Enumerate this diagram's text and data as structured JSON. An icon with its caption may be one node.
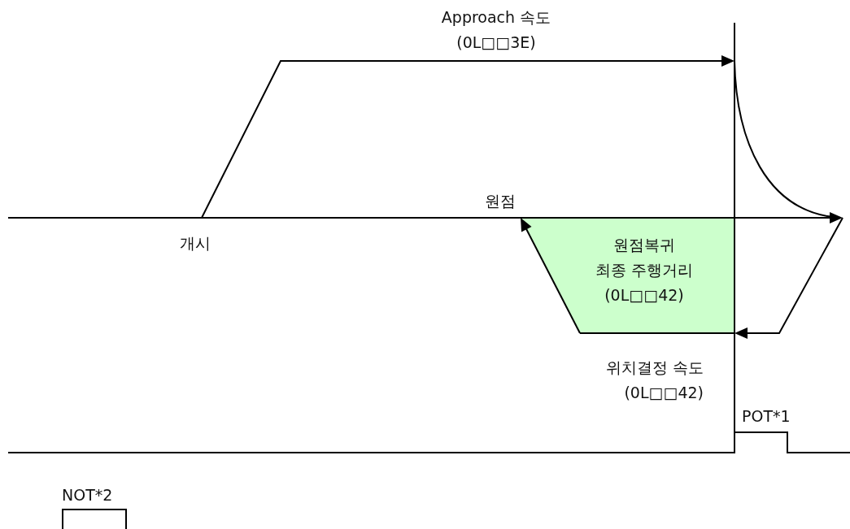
{
  "diagram": {
    "nodes": [
      {
        "text": [
          "원점복귀 최종 주행거리 (0L□□42)"
        ]
      }
    ],
    "labels": [
      "Approach 속도 (0L□□3E)",
      "원점",
      "개시",
      "위치결정 속도 (0L□□42)",
      "POT*1",
      "NOT*2"
    ]
  }
}
